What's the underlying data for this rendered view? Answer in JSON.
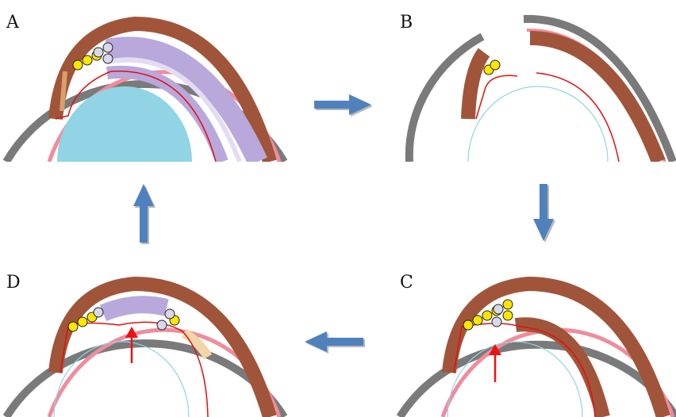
{
  "panels": [
    {
      "label": "A"
    },
    {
      "label": "B"
    },
    {
      "label": "C"
    },
    {
      "label": "D"
    }
  ],
  "arrow_color": "#4f81bd",
  "colors": {
    "outer_wall": "#7a7a7a",
    "pink_layer": "#f08c9c",
    "brown_cells": "#a0553a",
    "tan_cells": "#d9a06a",
    "yellow_cells": "#ffe600",
    "grey_cells": "#d8d8e8",
    "purple_bands": "#b8a8dc",
    "light_blue": "#90d4e6",
    "red_outline": "#e01010",
    "red_arrow": "#ee1111"
  }
}
